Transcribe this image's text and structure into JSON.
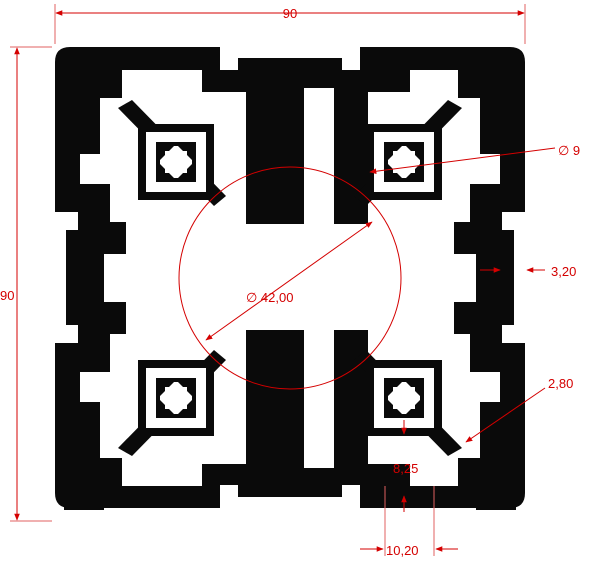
{
  "colors": {
    "profile": "#0a0a0a",
    "dimension": "#d40000",
    "extents": "#e06060",
    "background": "#ffffff"
  },
  "dimensions": {
    "width": "90",
    "height": "90",
    "hole_diameter": "∅ 9",
    "bore_diameter": "∅ 42,00",
    "wall_thickness": "3,20",
    "web_thickness": "2,80",
    "slot_depth": "8,25",
    "slot_width": "10,20"
  }
}
